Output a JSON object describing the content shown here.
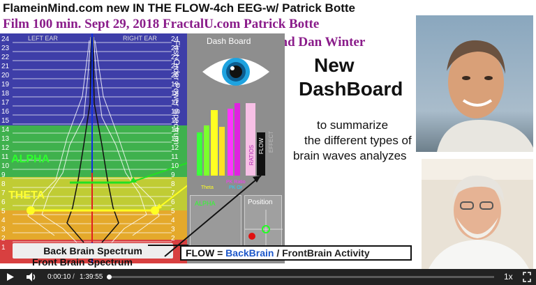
{
  "header": {
    "line1": "FlameinMind.com new IN THE FLOW-4ch EEG-w/ Patrick Botte",
    "line2": "Film 100 min. Sept 29, 2018 FractalU.com  Patrick Botte",
    "line3": "and Dan Winter"
  },
  "spectrum": {
    "left_ear": "LEFT EAR",
    "right_ear": "RIGHT EAR",
    "rows": [
      "24",
      "23",
      "22",
      "21",
      "20",
      "19",
      "18",
      "17",
      "16",
      "15",
      "14",
      "13",
      "12",
      "11",
      "10",
      "9",
      "8",
      "7",
      "6",
      "5",
      "4",
      "3",
      "2",
      "1"
    ],
    "alpha": "ALPHA",
    "theta": "THETA",
    "back_brain": "Back Brain Spectrum",
    "front_brain": "Front Brain Spectrum",
    "colors": {
      "high": "#3a3a9c",
      "beta": "#3bb54a",
      "alpha": "#b7c92e",
      "theta": "#e0a72a",
      "delta": "#d94040"
    }
  },
  "dashboard": {
    "title": "Dash Board",
    "first_order": "First Order Power Spectrum",
    "theta_label": "Theta",
    "pk_ratio": "PK Ratio",
    "pk_sub": "PK Or",
    "ratios": "RATIOS",
    "flow": "FLOW",
    "effect": "EFFECT",
    "alpha_mini": "ALPHA",
    "position": "Position",
    "eye_icon": "eye-icon"
  },
  "flow_formula": {
    "lhs": "FLOW = ",
    "back": "BackBrain",
    "slash": " / ",
    "rest": "FrontBrain Activity"
  },
  "text": {
    "new": "New",
    "dashboard": "DashBoard",
    "summary1": "to summarize",
    "summary2": "the different types of",
    "summary3": "brain waves analyzes"
  },
  "player": {
    "current_time": "0:00:10",
    "total_time": "1:39:55",
    "speed": "1x",
    "progress": 0.003,
    "play_icon": "play-icon",
    "volume_icon": "volume-icon",
    "fullscreen_icon": "fullscreen-icon"
  }
}
